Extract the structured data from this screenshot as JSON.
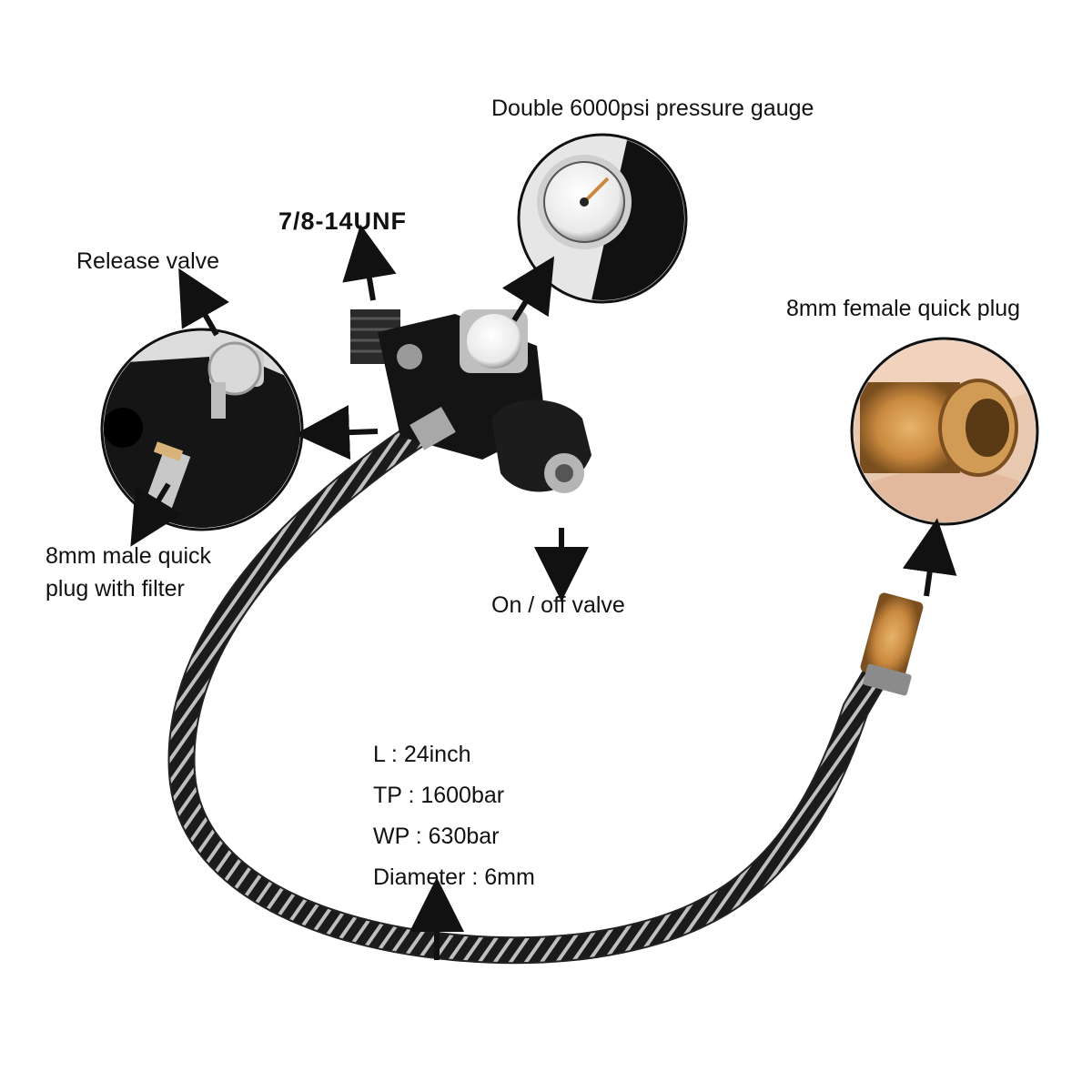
{
  "labels": {
    "gauge": "Double 6000psi pressure gauge",
    "thread": "7/8-14UNF",
    "release": "Release valve",
    "female_plug": "8mm female quick plug",
    "male_plug_line1": "8mm male quick",
    "male_plug_line2": "plug with filter",
    "onoff": "On / off valve"
  },
  "specs": [
    "L : 24inch",
    "TP : 1600bar",
    "WP : 630bar",
    "Diameter : 6mm"
  ],
  "colors": {
    "background": "#ffffff",
    "hose": "#1a1a1a",
    "spring": "#c9c9c9",
    "valve_body": "#151515",
    "brass": "#c9893f",
    "arrow": "#111111"
  },
  "icons": [
    "arrow-up-icon",
    "arrow-down-icon",
    "arrow-left-icon",
    "arrow-diagonal-icon"
  ]
}
